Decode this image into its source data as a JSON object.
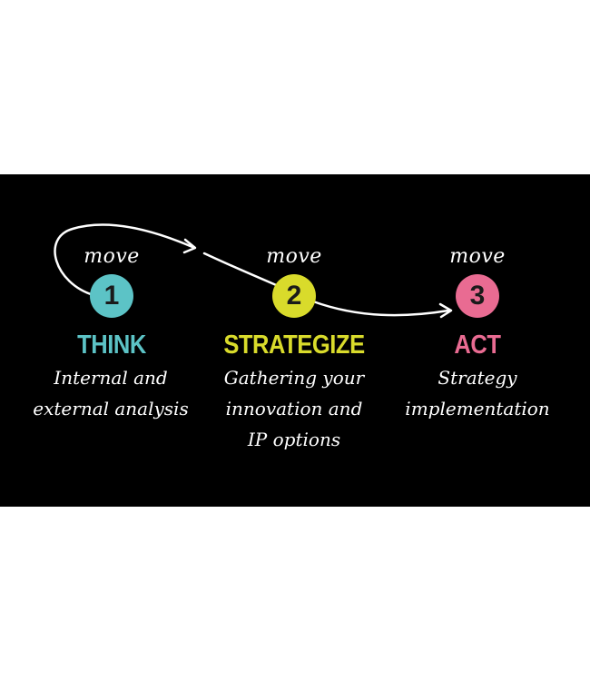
{
  "steps": [
    {
      "move_label": "move",
      "number": "1",
      "title": "THINK",
      "description_lines": [
        "Internal and",
        "external analysis"
      ],
      "color": "#5cc3c6"
    },
    {
      "move_label": "move",
      "number": "2",
      "title": "STRATEGIZE",
      "description_lines": [
        "Gathering your",
        "innovation and",
        "IP options"
      ],
      "color": "#d9db2b"
    },
    {
      "move_label": "move",
      "number": "3",
      "title": "ACT",
      "description_lines": [
        "Strategy",
        "implementation"
      ],
      "color": "#e96b92"
    }
  ],
  "colors": {
    "background": "#000000",
    "text": "#ffffff",
    "arrow": "#ffffff"
  }
}
